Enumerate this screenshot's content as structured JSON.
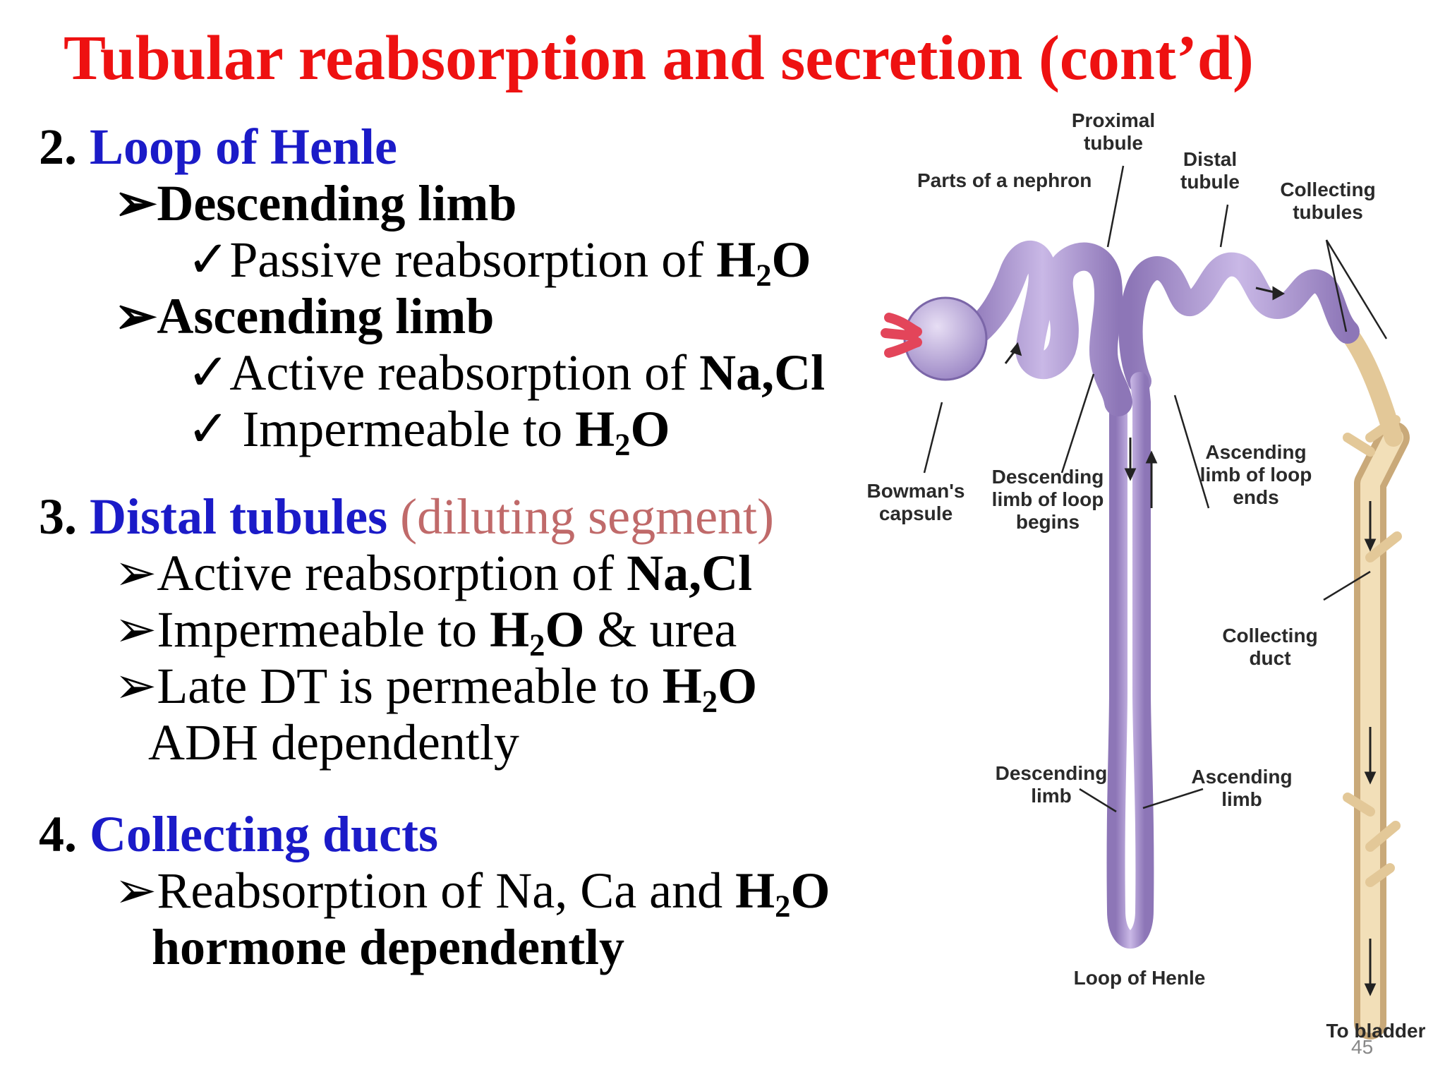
{
  "title": "Tubular reabsorption and secretion (cont’d)",
  "arrow_bullet": "➢",
  "check_bullet": "✓",
  "sections": [
    {
      "number": "2.",
      "heading": "Loop of Henle",
      "items": [
        {
          "text": "Descending limb"
        },
        {
          "text_before": "Passive reabsorption of ",
          "chem": "H",
          "chem_sub": "2",
          "chem_after": "O"
        },
        {
          "text": "Ascending limb"
        },
        {
          "text_before": "Active reabsorption of ",
          "chem": "Na,Cl"
        },
        {
          "text_before": " Impermeable to ",
          "chem": "H",
          "chem_sub": "2",
          "chem_after": "O"
        }
      ]
    },
    {
      "number": "3.",
      "heading": "Distal tubules",
      "heading_note": " (diluting segment)",
      "items": [
        {
          "text_before": "Active reabsorption of ",
          "chem": "Na,Cl"
        },
        {
          "text_before": "Impermeable to ",
          "chem": "H",
          "chem_sub": "2",
          "chem_after": "O",
          "text_after": " & urea"
        },
        {
          "text_before": "Late DT is permeable to ",
          "chem": "H",
          "chem_sub": "2",
          "chem_after": "O",
          "continuation": "ADH dependently"
        }
      ]
    },
    {
      "number": "4.",
      "heading": "Collecting ducts",
      "items": [
        {
          "text_before": "Reabsorption of Na, Ca and ",
          "chem": "H",
          "chem_sub": "2",
          "chem_after": "O",
          "continuation": "hormone dependently"
        }
      ]
    }
  ],
  "diagram": {
    "caption": "Parts of a nephron",
    "labels": {
      "proximal_1": "Proximal",
      "proximal_2": "tubule",
      "distal_1": "Distal",
      "distal_2": "tubule",
      "collecting_tubules_1": "Collecting",
      "collecting_tubules_2": "tubules",
      "bowmans_1": "Bowman's",
      "bowmans_2": "capsule",
      "desc_begins_1": "Descending",
      "desc_begins_2": "limb of loop",
      "desc_begins_3": "begins",
      "asc_ends_1": "Ascending",
      "asc_ends_2": "limb of loop",
      "asc_ends_3": "ends",
      "collecting_duct_1": "Collecting",
      "collecting_duct_2": "duct",
      "desc_limb_1": "Descending",
      "desc_limb_2": "limb",
      "asc_limb_1": "Ascending",
      "asc_limb_2": "limb",
      "loop": "Loop of Henle",
      "bladder": "To bladder"
    },
    "colors": {
      "tubule": "#b8a3d9",
      "tubule_dark": "#8d76b7",
      "duct": "#ecd5a7",
      "duct_dark": "#c9a979",
      "glomerulus": "#e3455a"
    }
  },
  "page_number": "45"
}
